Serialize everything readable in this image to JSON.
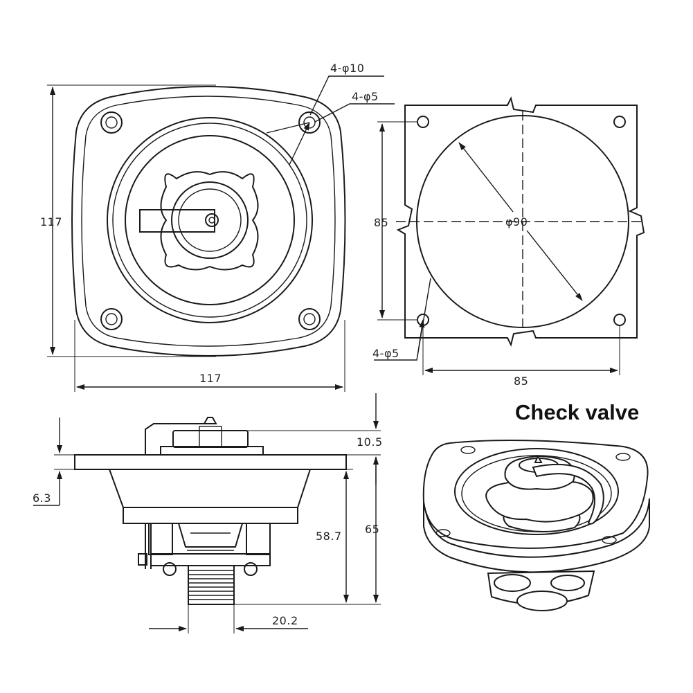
{
  "title": "Check valve",
  "front_view": {
    "height_label": "117",
    "width_label": "117",
    "large_hole_callout": "4-φ10",
    "small_hole_callout": "4-φ5"
  },
  "cutout_view": {
    "diameter_label": "φ90",
    "height_label": "85",
    "width_label": "85",
    "hole_callout": "4-φ5"
  },
  "side_view": {
    "top_label": "10.5",
    "flange_label": "6.3",
    "body_label": "58.7",
    "overall_label": "65",
    "thread_label": "20.2"
  }
}
